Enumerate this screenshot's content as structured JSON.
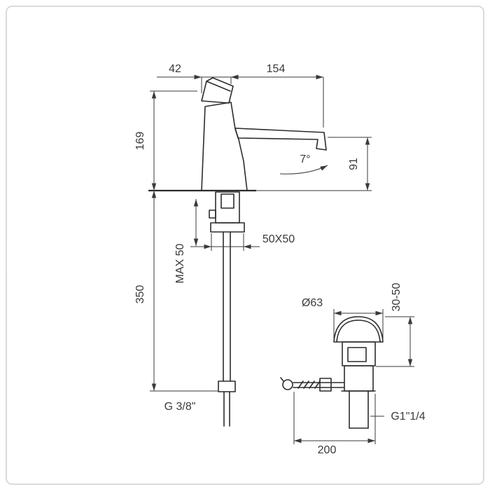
{
  "page": {
    "background_color": "#ffffff",
    "line_color": "#2c2c2c",
    "dimension_color": "#3a3a3a",
    "frame_color": "#cfcfcf"
  },
  "drawing": {
    "labels": {
      "top_width": "42",
      "spout_reach": "154",
      "spout_height": "169",
      "spout_angle": "7°",
      "outlet_height": "91",
      "max_deck": "MAX 50",
      "body_section": "50X50",
      "hose_length": "350",
      "inlet_thread": "G 3/8\"",
      "waste_diameter": "Ø63",
      "deck_range": "30-50",
      "waste_thread": "G1\"1/4",
      "rod_length": "200"
    }
  }
}
